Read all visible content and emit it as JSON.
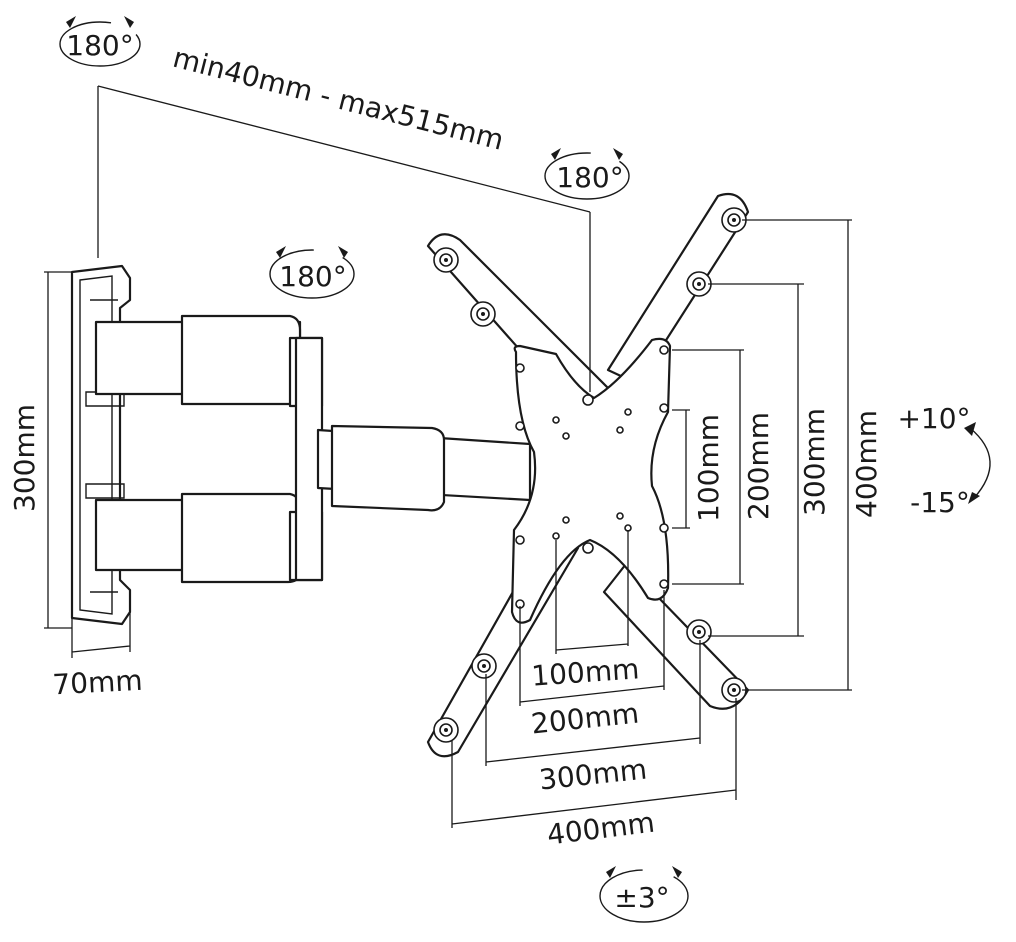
{
  "rotation_labels": {
    "wall_plate": "180°",
    "arm_pivot": "180°",
    "head_pivot": "180°",
    "level": "±3°"
  },
  "tilt": {
    "up": "+10°",
    "down": "-15°"
  },
  "extension": "min40mm - max515mm",
  "wall_plate": {
    "height": "300mm",
    "depth": "70mm"
  },
  "vesa": {
    "vertical": [
      "100mm",
      "200mm",
      "300mm",
      "400mm"
    ],
    "horizontal": [
      "100mm",
      "200mm",
      "300mm",
      "400mm"
    ]
  }
}
